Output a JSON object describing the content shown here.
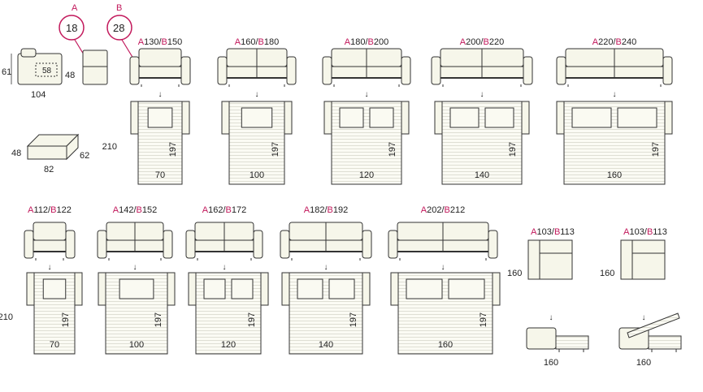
{
  "colors": {
    "accent": "#c2185b",
    "line": "#333333",
    "fill": "#f6f6ea"
  },
  "legend": {
    "a_letter": "A",
    "a_value": "18",
    "b_letter": "B",
    "b_value": "28",
    "side_height": "61",
    "seat_height": "48",
    "seat_depth": "58",
    "depth": "104",
    "pouf_h": "48",
    "pouf_w": "82",
    "pouf_d": "62"
  },
  "row1": [
    {
      "a": "130",
      "b": "150",
      "bed_w": "70",
      "bed_l": "197",
      "bed_total": "210"
    },
    {
      "a": "160",
      "b": "180",
      "bed_w": "100",
      "bed_l": "197"
    },
    {
      "a": "180",
      "b": "200",
      "bed_w": "120",
      "bed_l": "197"
    },
    {
      "a": "200",
      "b": "220",
      "bed_w": "140",
      "bed_l": "197"
    },
    {
      "a": "220",
      "b": "240",
      "bed_w": "160",
      "bed_l": "197"
    }
  ],
  "row2": [
    {
      "a": "112",
      "b": "122",
      "bed_w": "70",
      "bed_l": "197",
      "bed_total": "210"
    },
    {
      "a": "142",
      "b": "152",
      "bed_w": "100",
      "bed_l": "197"
    },
    {
      "a": "162",
      "b": "172",
      "bed_w": "120",
      "bed_l": "197"
    },
    {
      "a": "182",
      "b": "192",
      "bed_w": "140",
      "bed_l": "197"
    },
    {
      "a": "202",
      "b": "212",
      "bed_w": "160",
      "bed_l": "197"
    }
  ],
  "chaise": [
    {
      "a": "103",
      "b": "113",
      "depth": "160",
      "bed": "160"
    },
    {
      "a": "103",
      "b": "113",
      "depth": "160",
      "bed": "160"
    }
  ],
  "arrow_glyph": "↓"
}
